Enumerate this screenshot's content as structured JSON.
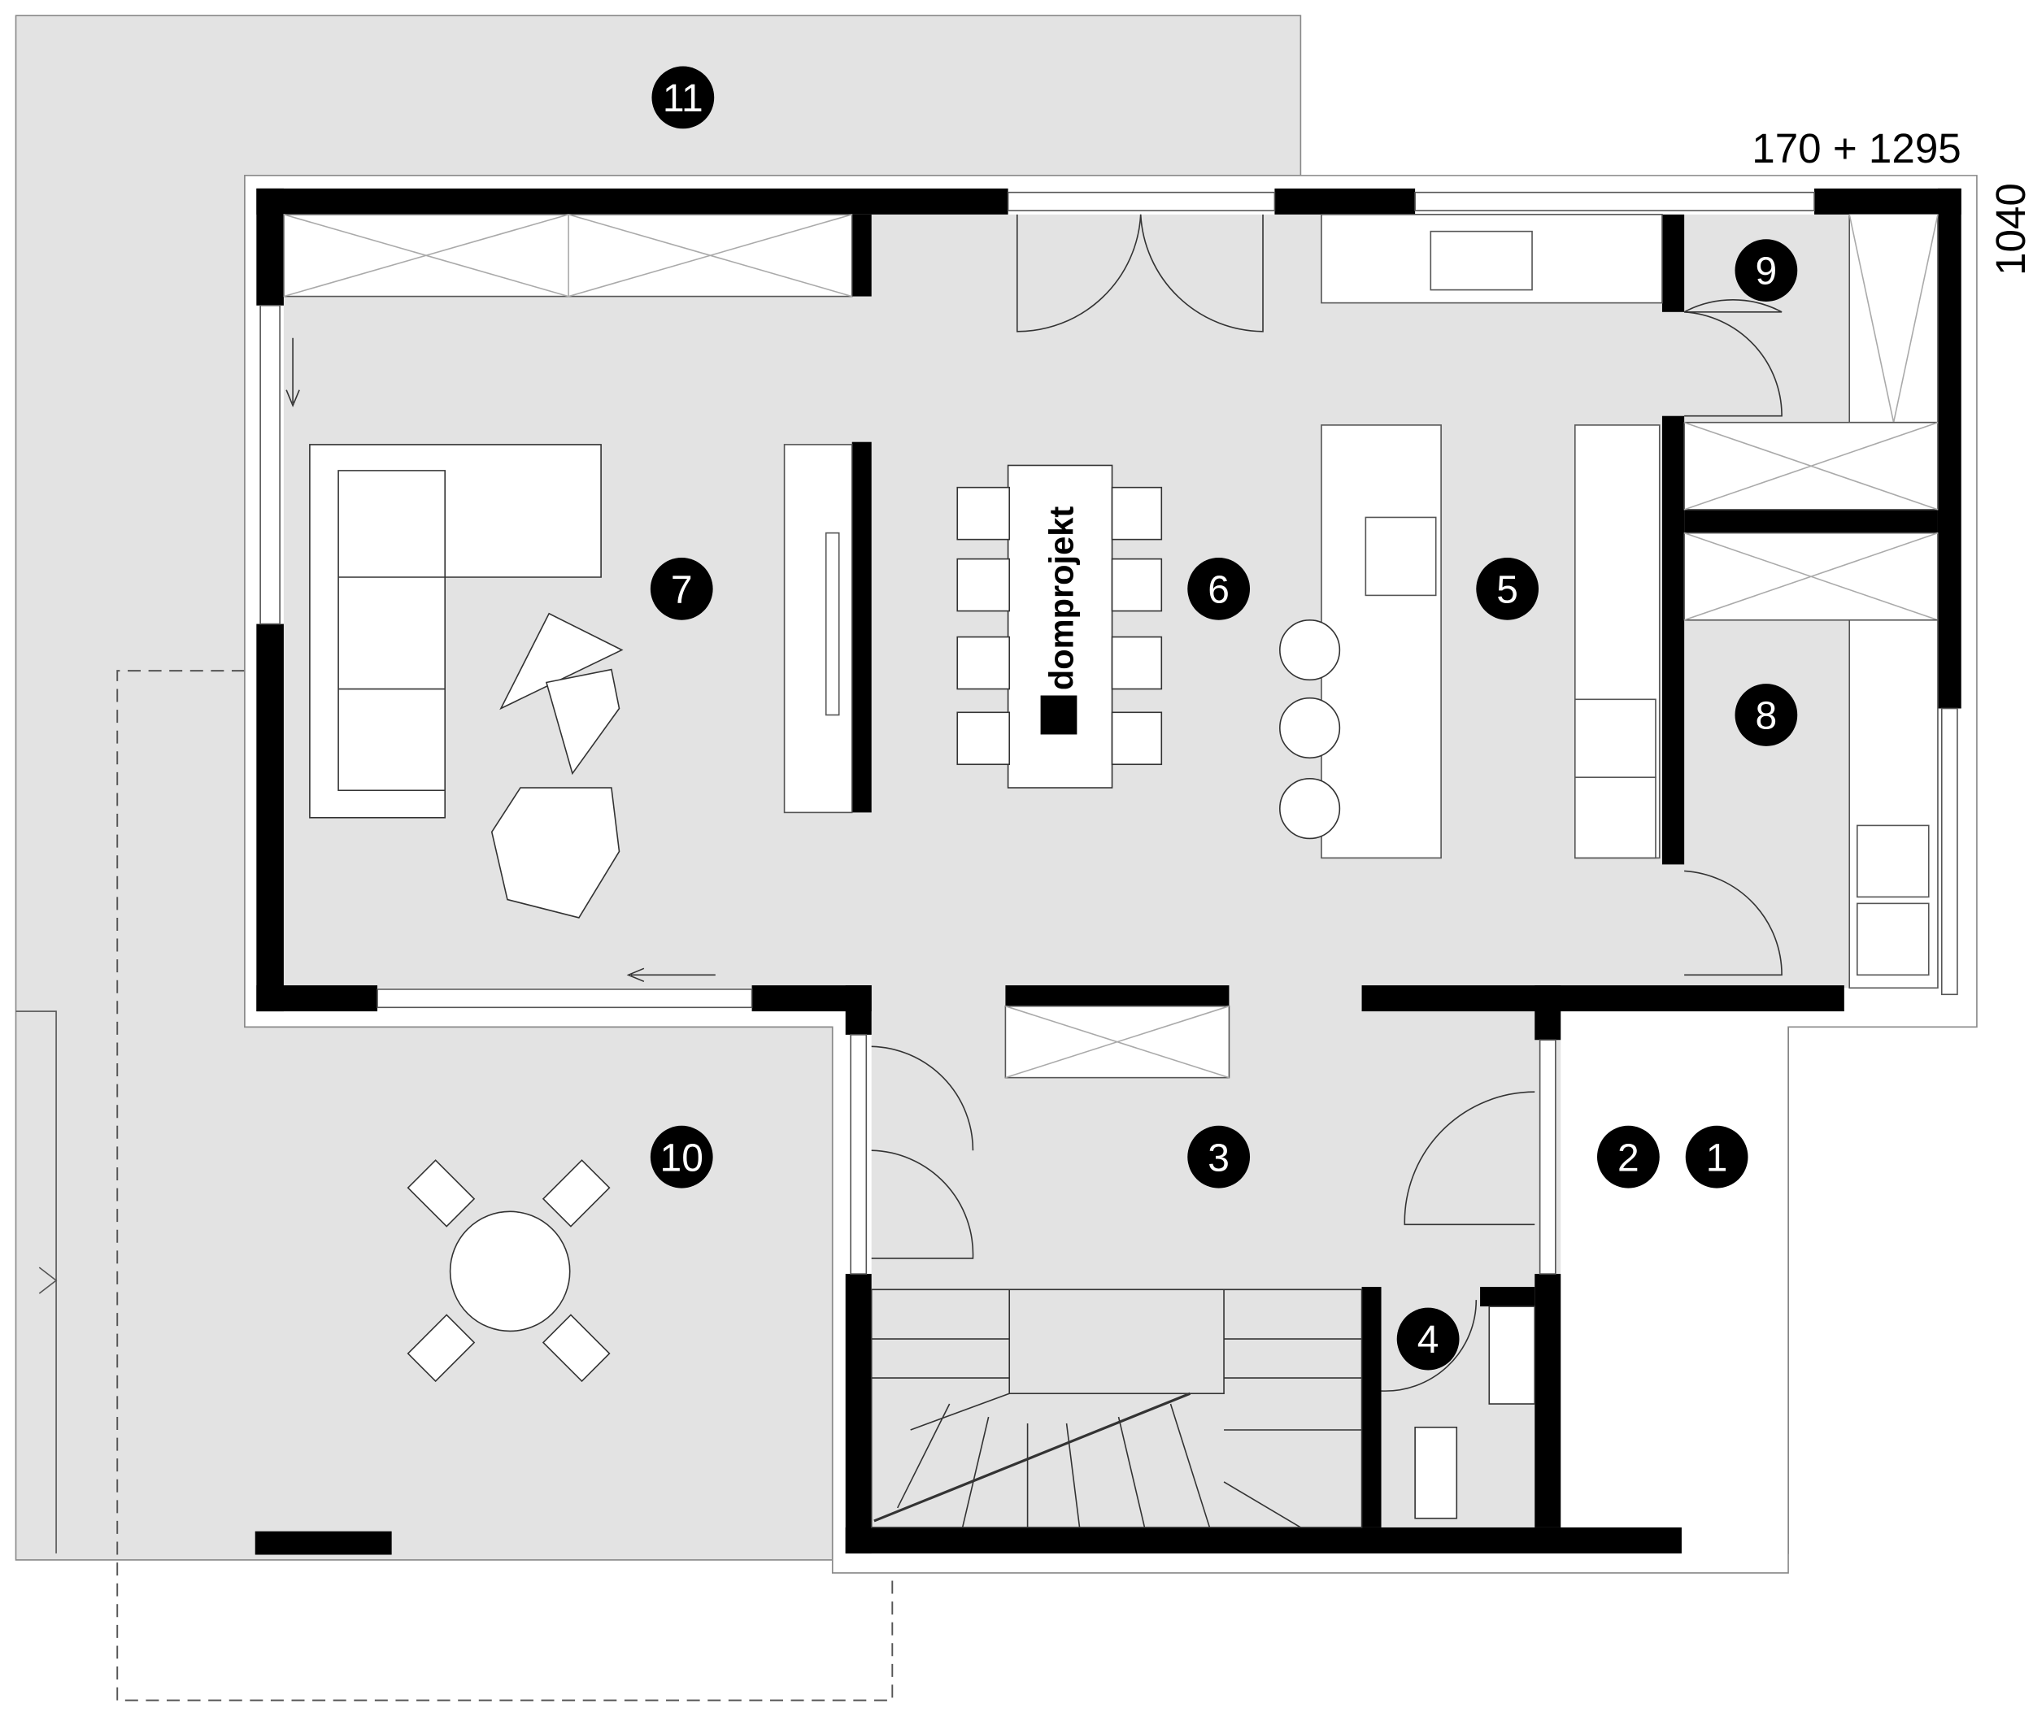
{
  "plan": {
    "dimension_width": "170 + 1295",
    "dimension_depth": "1040",
    "logo_text": "domprojekt",
    "colors": {
      "floor": "#e3e3e3",
      "wall": "#000000",
      "label_bg": "#000000",
      "label_text": "#ffffff"
    },
    "rooms": [
      {
        "number": "1"
      },
      {
        "number": "2"
      },
      {
        "number": "3"
      },
      {
        "number": "4"
      },
      {
        "number": "5"
      },
      {
        "number": "6"
      },
      {
        "number": "7"
      },
      {
        "number": "8"
      },
      {
        "number": "9"
      },
      {
        "number": "10"
      },
      {
        "number": "11"
      }
    ]
  }
}
